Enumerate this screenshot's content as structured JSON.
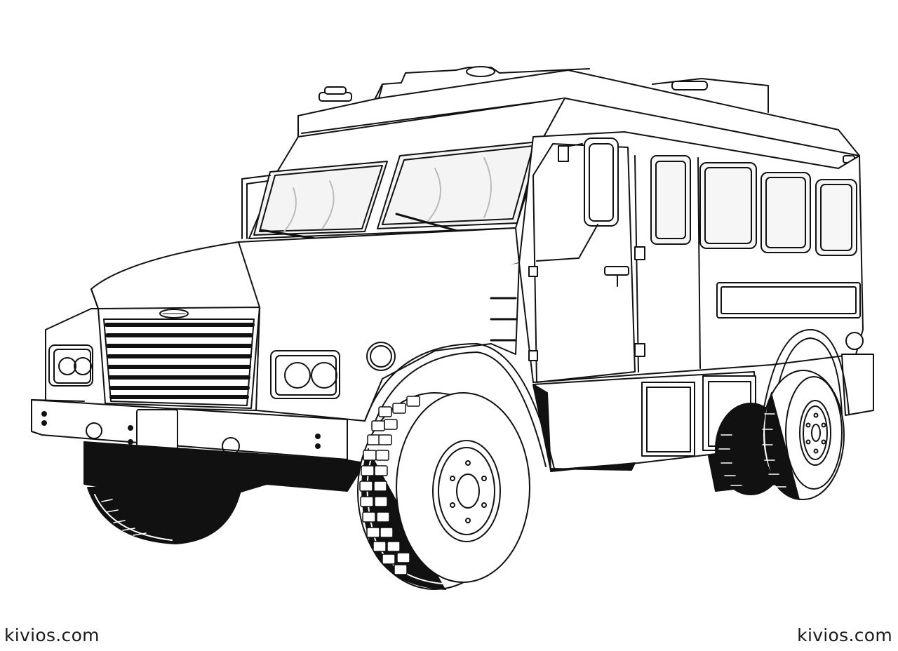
{
  "image": {
    "subject": "armored-truck-coloring-page",
    "style": "black-and-white line art",
    "colors": {
      "background": "#ffffff",
      "ink": "#111111",
      "shade": "#ececec"
    }
  },
  "watermarks": {
    "left": "kivios.com",
    "right": "kivios.com"
  }
}
